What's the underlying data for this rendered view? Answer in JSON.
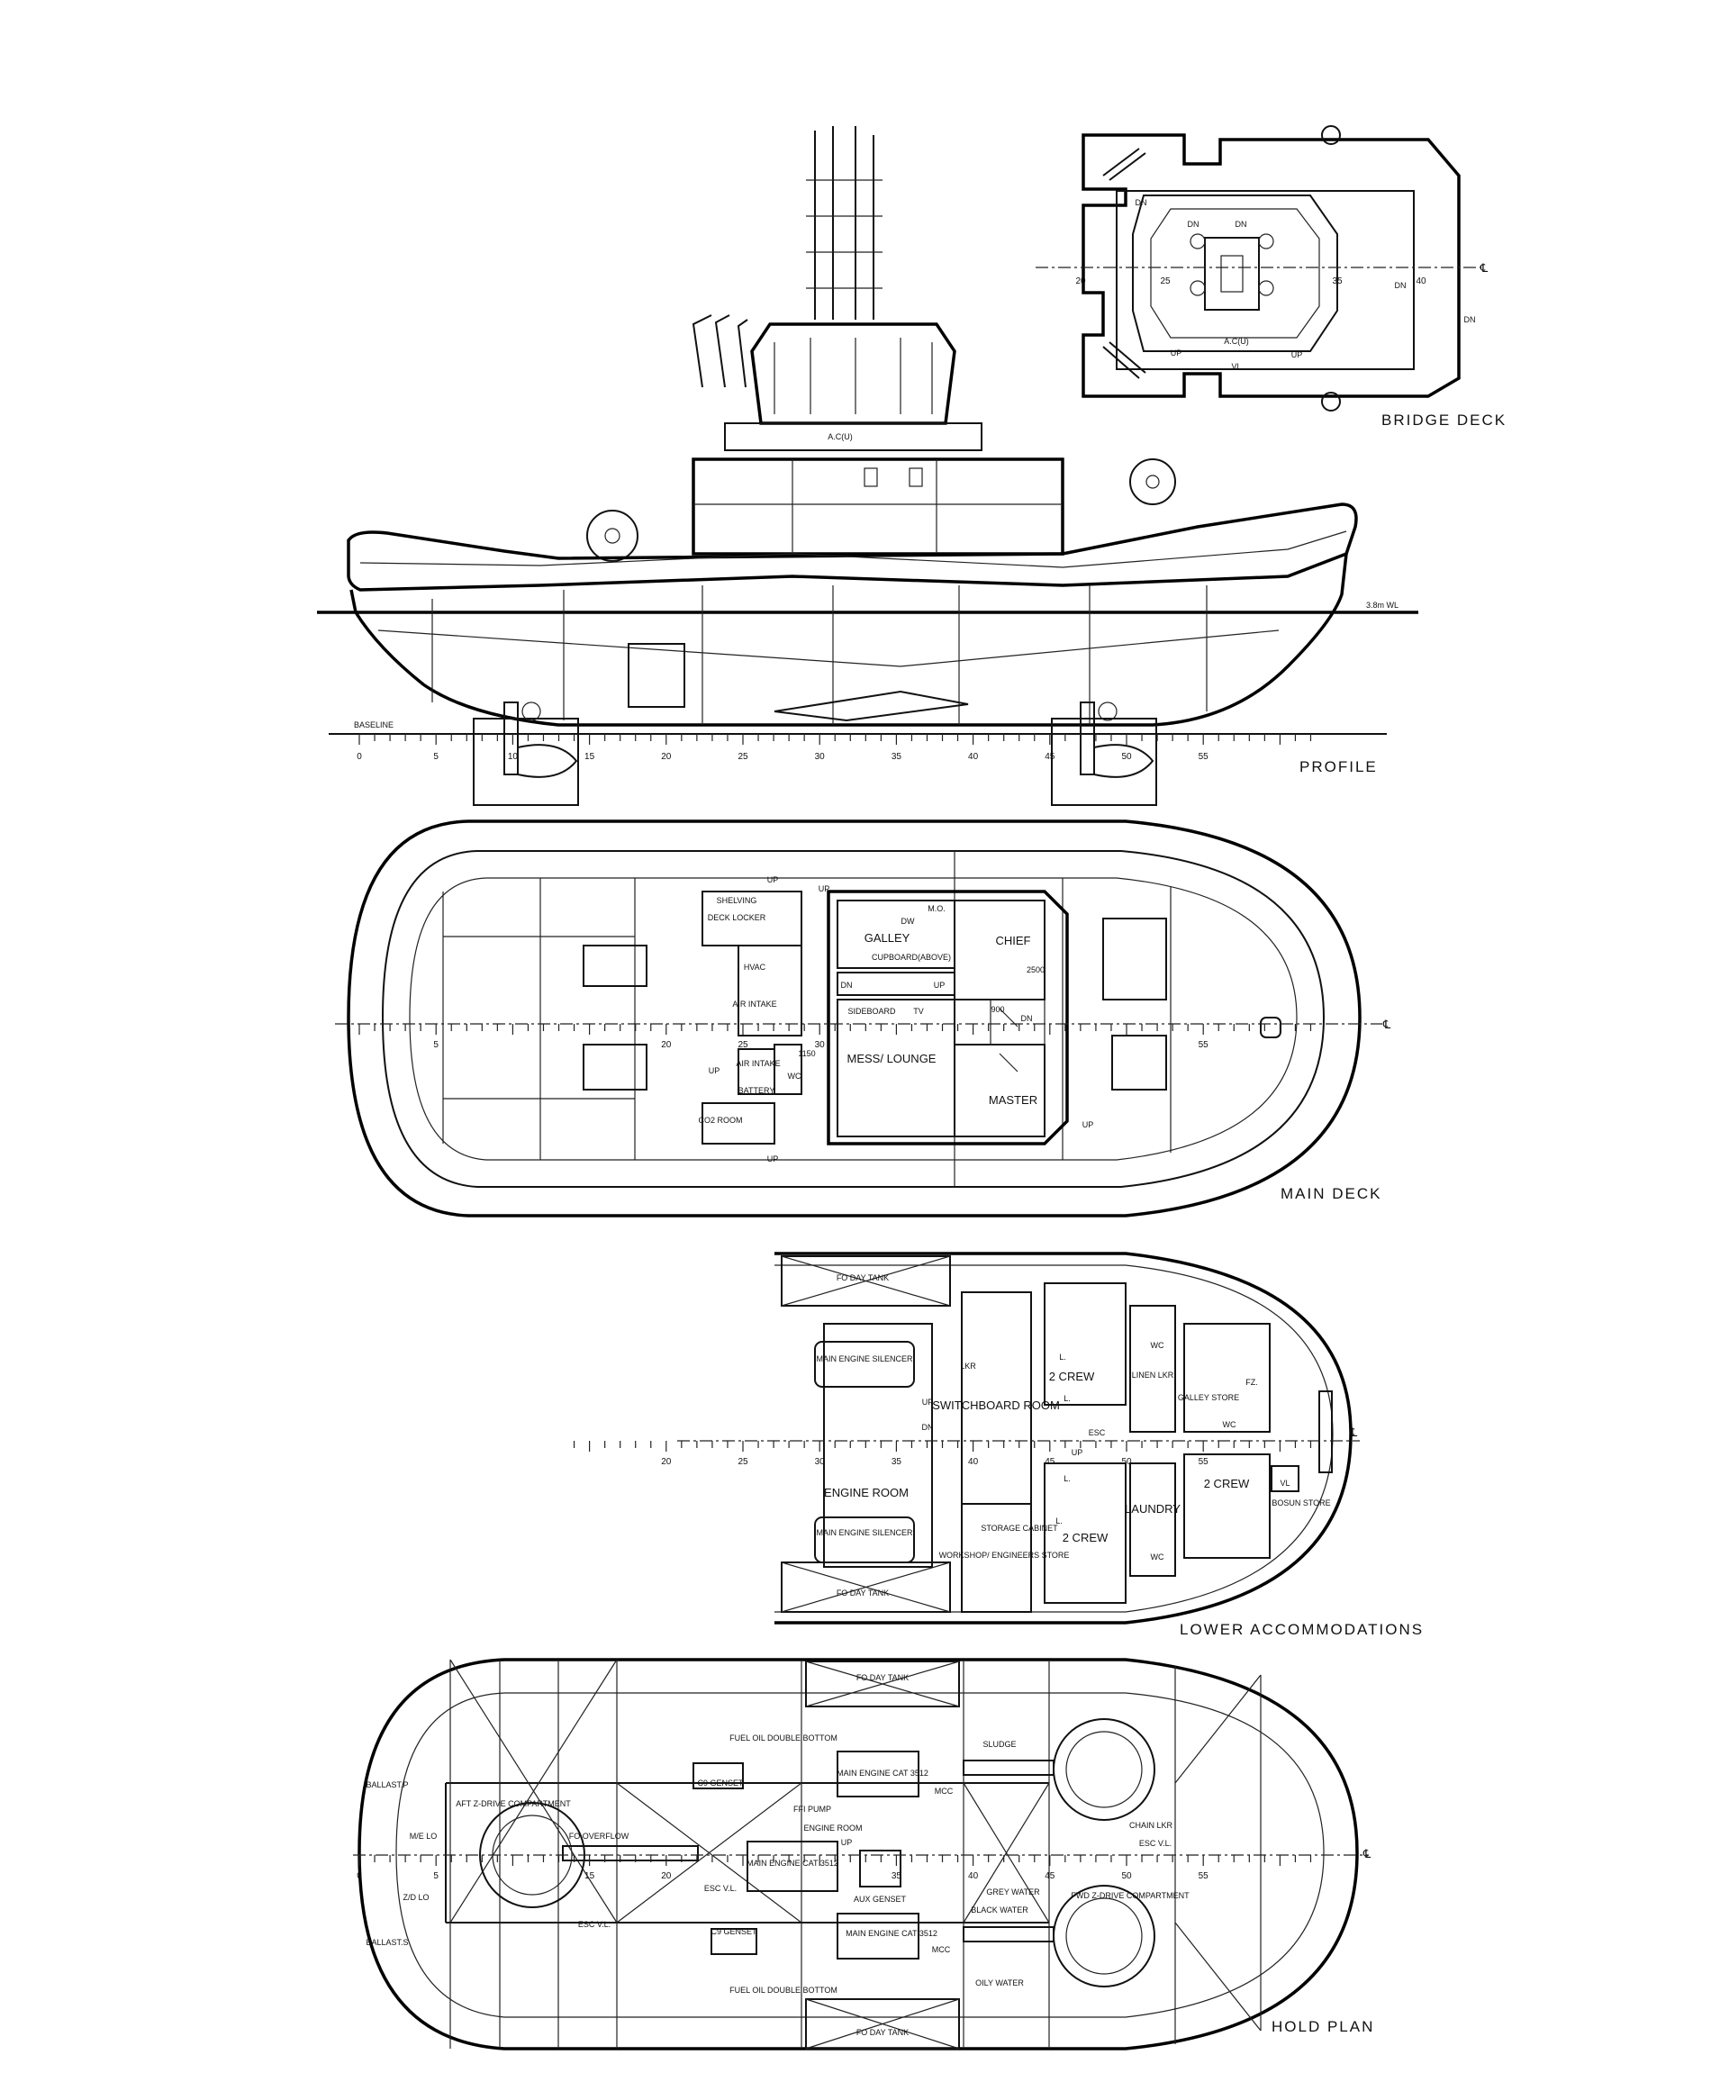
{
  "views": {
    "bridge_deck": {
      "title": "BRIDGE DECK",
      "labels": [
        "DN",
        "DN",
        "DN",
        "DN",
        "UP",
        "UP",
        "A.C(U)",
        "VL",
        "DN"
      ],
      "frames": [
        "20",
        "25",
        "35",
        "40"
      ]
    },
    "profile": {
      "title": "PROFILE",
      "baseline": "BASELINE",
      "frames": [
        "0",
        "5",
        "10",
        "15",
        "20",
        "25",
        "30",
        "35",
        "40",
        "45",
        "50",
        "55"
      ],
      "draft_mark": "3.8m WL"
    },
    "main_deck": {
      "title": "MAIN DECK",
      "rooms": [
        "SHELVING",
        "DECK LOCKER",
        "HVAC",
        "AIR INTAKE",
        "AIR INTAKE",
        "WC",
        "BATTERY",
        "CO2 ROOM",
        "GALLEY",
        "CHIEF",
        "MESS/ LOUNGE",
        "MASTER"
      ],
      "misc": [
        "UP",
        "UP",
        "UP",
        "UP",
        "DN",
        "UP",
        "DN",
        "UP",
        "2500",
        "900",
        "1150",
        "SIDEBOARD",
        "TV",
        "CUPBOARD(ABOVE)",
        "DW",
        "M.O."
      ],
      "frames": [
        "5",
        "20",
        "25",
        "30",
        "55"
      ],
      "cl_symbol": "℄"
    },
    "lower_accommodations": {
      "title": "LOWER ACCOMMODATIONS",
      "rooms": [
        "FO DAY TANK",
        "MAIN ENGINE SILENCER",
        "MAIN ENGINE SILENCER",
        "ENGINE ROOM",
        "LKR",
        "SWITCHBOARD ROOM",
        "WORKSHOP/ ENGINEERS STORE",
        "STORAGE CABINET",
        "2 CREW",
        "2 CREW",
        "2 CREW",
        "LINEN LKR",
        "LAUNDRY",
        "WC",
        "WC",
        "WC",
        "GALLEY STORE",
        "FZ.",
        "BOSUN STORE",
        "FO DAY TANK"
      ],
      "misc": [
        "UP",
        "DN",
        "UP",
        "ESC",
        "L.",
        "L.",
        "L.",
        "L.",
        "VL"
      ],
      "frames": [
        "20",
        "25",
        "30",
        "35",
        "40",
        "45",
        "50",
        "55"
      ]
    },
    "hold_plan": {
      "title": "HOLD PLAN",
      "rooms": [
        "FO DAY TANK",
        "FUEL OIL DOUBLE BOTTOM",
        "C9 GENSET",
        "MAIN ENGINE CAT 3512",
        "MCC",
        "SLUDGE",
        "BALLAST.P",
        "AFT Z-DRIVE COMPARTMENT",
        "FFI PUMP",
        "ENGINE ROOM",
        "M/E LO",
        "FO OVERFLOW",
        "MAIN ENGINE CAT 3512",
        "UP",
        "CHAIN LKR",
        "ESC V.L.",
        "Z/D LO",
        "ESC V.L.",
        "AUX GENSET",
        "GREY WATER",
        "FWD Z-DRIVE COMPARTMENT",
        "BALLAST.S",
        "ESC V.L.",
        "C9 GENSET",
        "MAIN ENGINE CAT 3512",
        "MCC",
        "FUEL OIL DOUBLE BOTTOM",
        "FO DAY TANK",
        "OILY WATER",
        "BLACK WATER"
      ],
      "frames": [
        "0",
        "5",
        "15",
        "20",
        "35",
        "40",
        "45",
        "50",
        "55"
      ],
      "cl_symbol": "℄"
    }
  }
}
